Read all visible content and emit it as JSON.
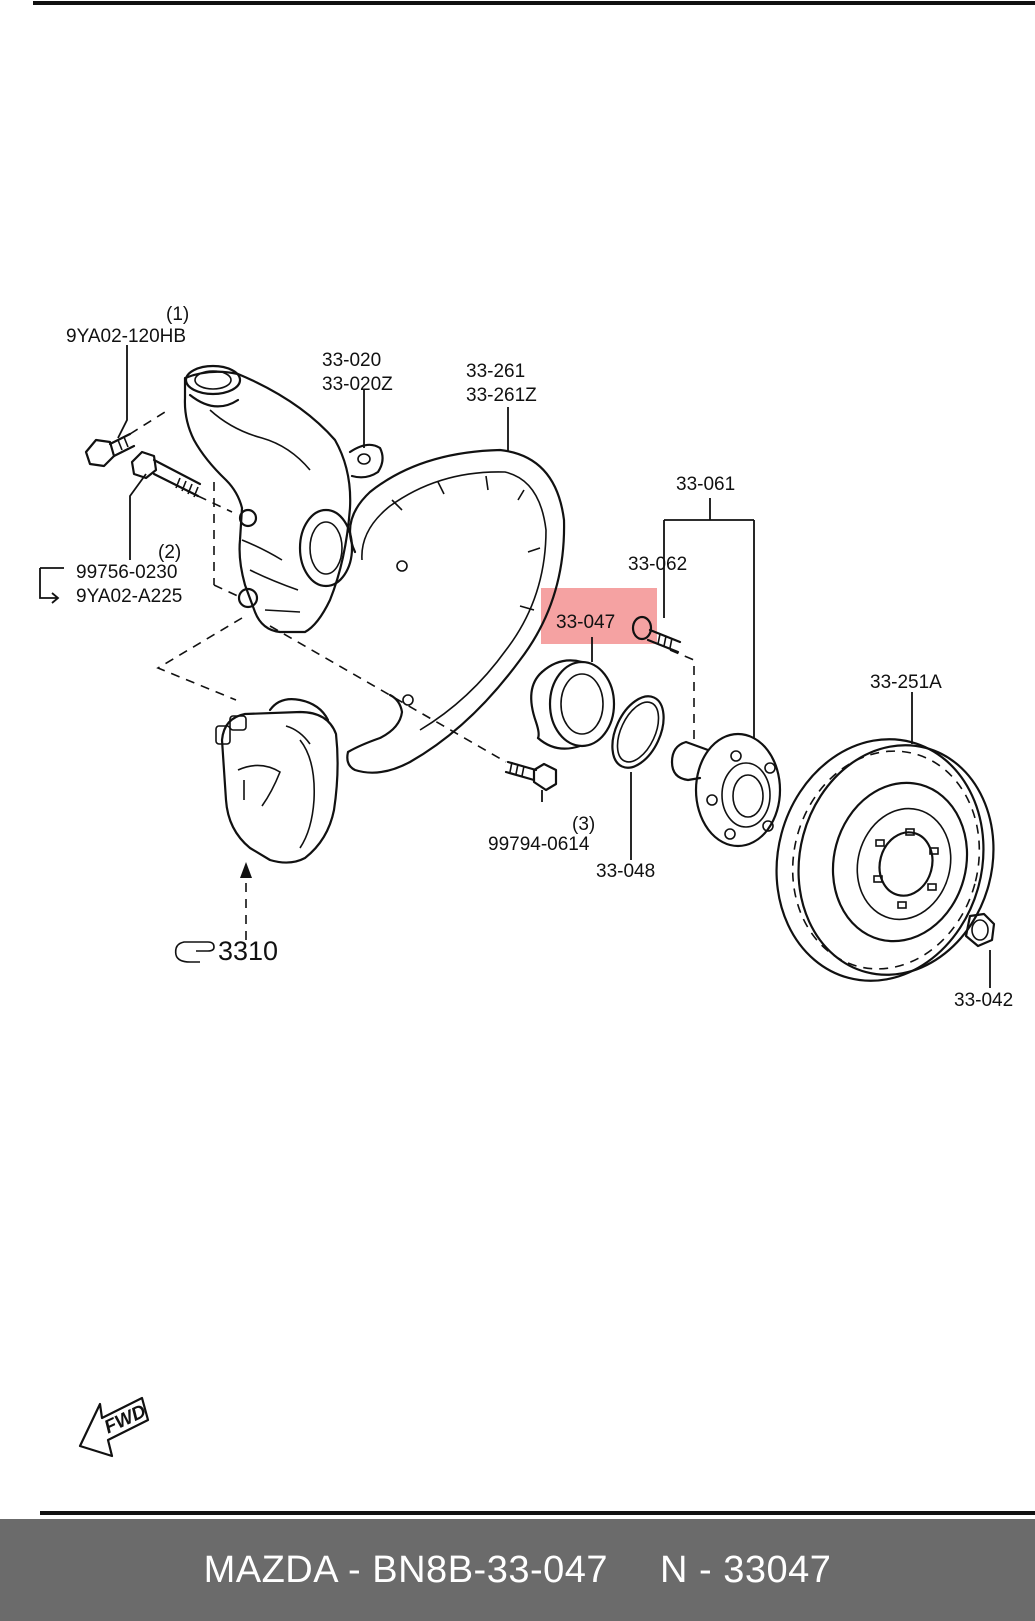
{
  "callouts": {
    "ya02_qty": "(1)",
    "ya02_part": "9YA02-120HB",
    "k99756_qty": "(2)",
    "k99756_part": "99756-0230",
    "k9ya02a_part": "9YA02-A225",
    "knuckle_a": "33-020",
    "knuckle_b": "33-020Z",
    "shield_a": "33-261",
    "shield_b": "33-261Z",
    "hub_assy": "33-061",
    "hub_bolt": "33-062",
    "bearing": "33-047",
    "bolt3_qty": "(3)",
    "bolt3_part": "99794-0614",
    "snap_ring": "33-048",
    "disc": "33-251A",
    "nut": "33-042",
    "caliper_ref": "3310"
  },
  "fwd_label": "FWD",
  "highlight_color": "#f28b8b",
  "footer": {
    "brand_part": "MAZDA - BN8B-33-047",
    "alt_part": "N - 33047",
    "bg_color": "#6b6b6b"
  }
}
